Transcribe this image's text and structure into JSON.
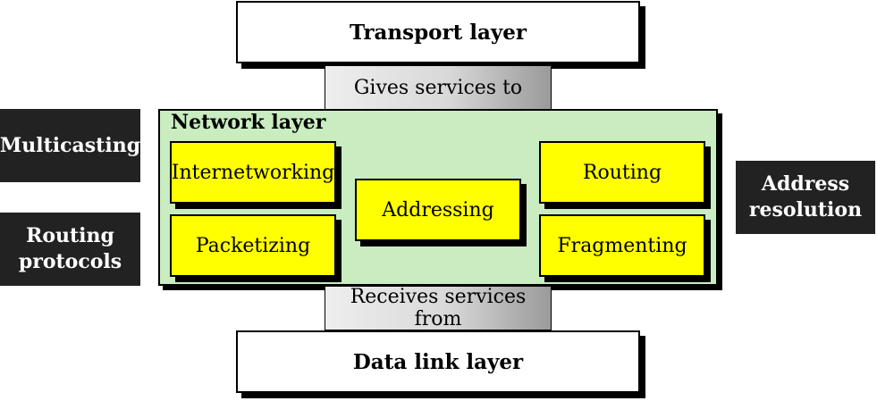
{
  "transport_layer": "Transport layer",
  "gives_services": "Gives services to",
  "network_layer": {
    "title": "Network layer",
    "functions": {
      "internetworking": "Internetworking",
      "packetizing": "Packetizing",
      "addressing": "Addressing",
      "routing": "Routing",
      "fragmenting": "Fragmenting"
    }
  },
  "receives_services": "Receives services from",
  "data_link_layer": "Data link layer",
  "side_labels": {
    "multicasting": "Multicasting",
    "routing_protocols_line1": "Routing",
    "routing_protocols_line2": "protocols",
    "address_resolution_line1": "Address",
    "address_resolution_line2": "resolution"
  },
  "colors": {
    "network_bg": "#c9ecc0",
    "function_bg": "#ffff00",
    "side_bg": "#222222"
  }
}
